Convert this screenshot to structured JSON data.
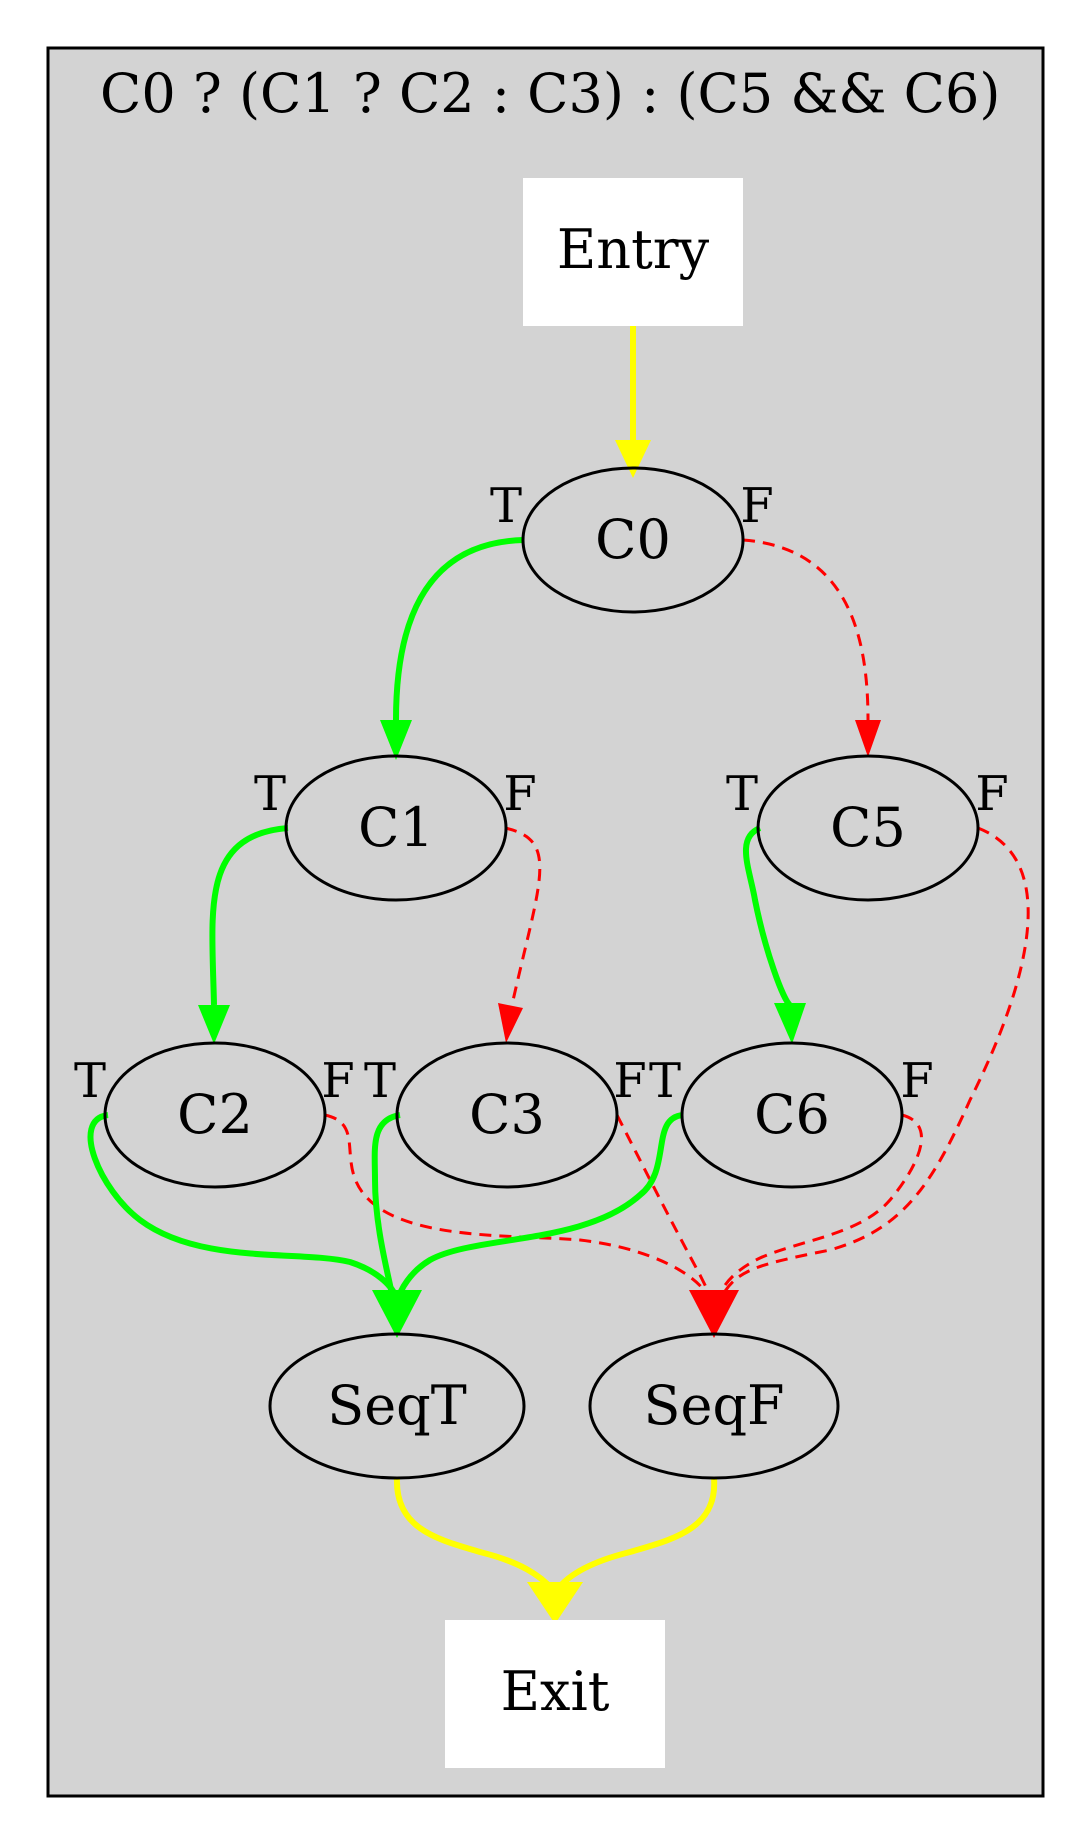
{
  "title": "C0 ? (C1 ? C2 : C3) : (C5 && C6)",
  "colors": {
    "background": "#d3d3d3",
    "box_fill": "#ffffff",
    "true_edge": "#00ff00",
    "false_edge": "#ff0000",
    "flow_edge": "#ffff00",
    "stroke": "#000000"
  },
  "nodes": {
    "entry": "Entry",
    "c0": "C0",
    "c1": "C1",
    "c5": "C5",
    "c2": "C2",
    "c3": "C3",
    "c6": "C6",
    "seqt": "SeqT",
    "seqf": "SeqF",
    "exit": "Exit"
  },
  "ports": {
    "true": "T",
    "false": "F"
  },
  "edges": [
    {
      "from": "Entry",
      "to": "C0",
      "kind": "flow"
    },
    {
      "from": "C0",
      "to": "C1",
      "kind": "true"
    },
    {
      "from": "C0",
      "to": "C5",
      "kind": "false"
    },
    {
      "from": "C1",
      "to": "C2",
      "kind": "true"
    },
    {
      "from": "C1",
      "to": "C3",
      "kind": "false"
    },
    {
      "from": "C5",
      "to": "C6",
      "kind": "true"
    },
    {
      "from": "C5",
      "to": "SeqF",
      "kind": "false"
    },
    {
      "from": "C2",
      "to": "SeqT",
      "kind": "true"
    },
    {
      "from": "C2",
      "to": "SeqF",
      "kind": "false"
    },
    {
      "from": "C3",
      "to": "SeqT",
      "kind": "true"
    },
    {
      "from": "C3",
      "to": "SeqF",
      "kind": "false"
    },
    {
      "from": "C6",
      "to": "SeqT",
      "kind": "true"
    },
    {
      "from": "C6",
      "to": "SeqF",
      "kind": "false"
    },
    {
      "from": "SeqT",
      "to": "Exit",
      "kind": "flow"
    },
    {
      "from": "SeqF",
      "to": "Exit",
      "kind": "flow"
    }
  ]
}
